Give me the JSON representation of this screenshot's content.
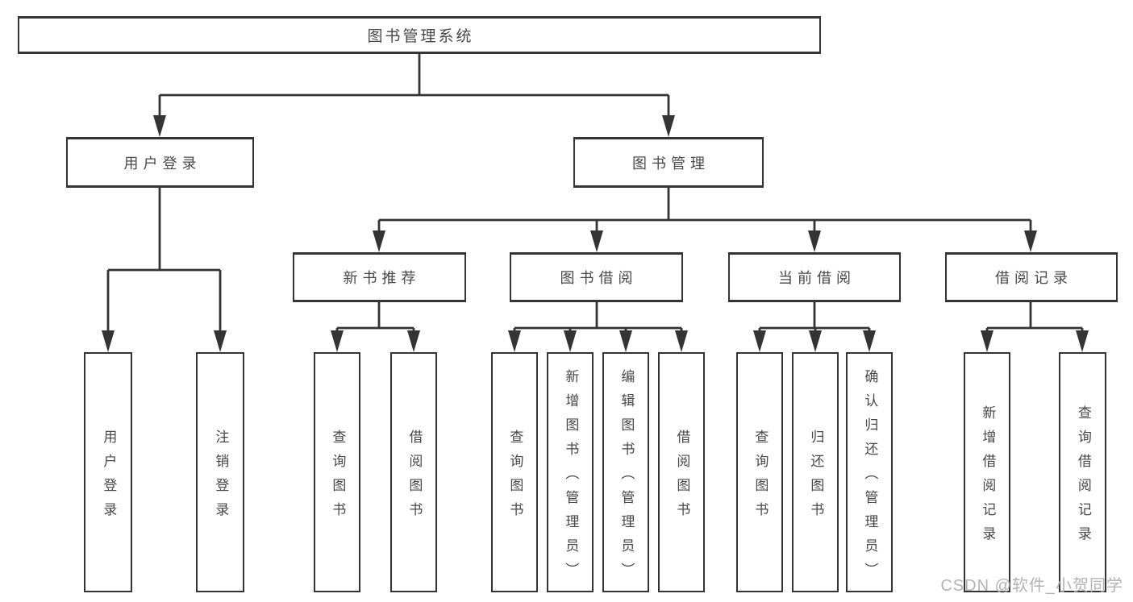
{
  "diagram": {
    "type": "hierarchy-tree",
    "title": "图书管理系统",
    "colors": {
      "line": "#343434",
      "box_border": "#343434",
      "box_fill": "#ffffff",
      "label_text": "#484848",
      "watermark_text": "#b3b3b3",
      "background": "#ffffff"
    },
    "tree": {
      "图书管理系统": {
        "用户登录": [
          "用户登录",
          "注销登录"
        ],
        "图书管理": {
          "新书推荐": [
            "查询图书",
            "借阅图书"
          ],
          "图书借阅": [
            "查询图书",
            "新增图书（管理员）",
            "编辑图书（管理员）",
            "借阅图书"
          ],
          "当前借阅": [
            "查询图书",
            "归还图书",
            "确认归还（管理员）"
          ],
          "借阅记录": [
            "新增借阅记录",
            "查询借阅记录"
          ]
        }
      }
    }
  },
  "nodes": [
    {
      "id": "root",
      "label": "图书管理系统"
    },
    {
      "id": "user-login",
      "label": "用户登录"
    },
    {
      "id": "book-management",
      "label": "图书管理"
    },
    {
      "id": "new-book-recommend",
      "label": "新书推荐"
    },
    {
      "id": "book-borrowing",
      "label": "图书借阅"
    },
    {
      "id": "current-borrowing",
      "label": "当前借阅"
    },
    {
      "id": "borrowing-records",
      "label": "借阅记录"
    },
    {
      "id": "leaf-user-login",
      "label": "用户登录"
    },
    {
      "id": "leaf-logout",
      "label": "注销登录"
    },
    {
      "id": "leaf-query-books-recommend",
      "label": "查询图书"
    },
    {
      "id": "leaf-borrow-books-recommend",
      "label": "借阅图书"
    },
    {
      "id": "leaf-query-books-borrowing",
      "label": "查询图书"
    },
    {
      "id": "leaf-add-books-admin",
      "label": "新增图书（管理员）"
    },
    {
      "id": "leaf-edit-books-admin",
      "label": "编辑图书（管理员）"
    },
    {
      "id": "leaf-borrow-books-borrowing",
      "label": "借阅图书"
    },
    {
      "id": "leaf-query-books-current",
      "label": "查询图书"
    },
    {
      "id": "leaf-return-books",
      "label": "归还图书"
    },
    {
      "id": "leaf-confirm-return-admin",
      "label": "确认归还（管理员）"
    },
    {
      "id": "leaf-add-borrow-record",
      "label": "新增借阅记录"
    },
    {
      "id": "leaf-query-borrow-record",
      "label": "查询借阅记录"
    }
  ],
  "watermark": "CSDN @软件_小贺同学"
}
